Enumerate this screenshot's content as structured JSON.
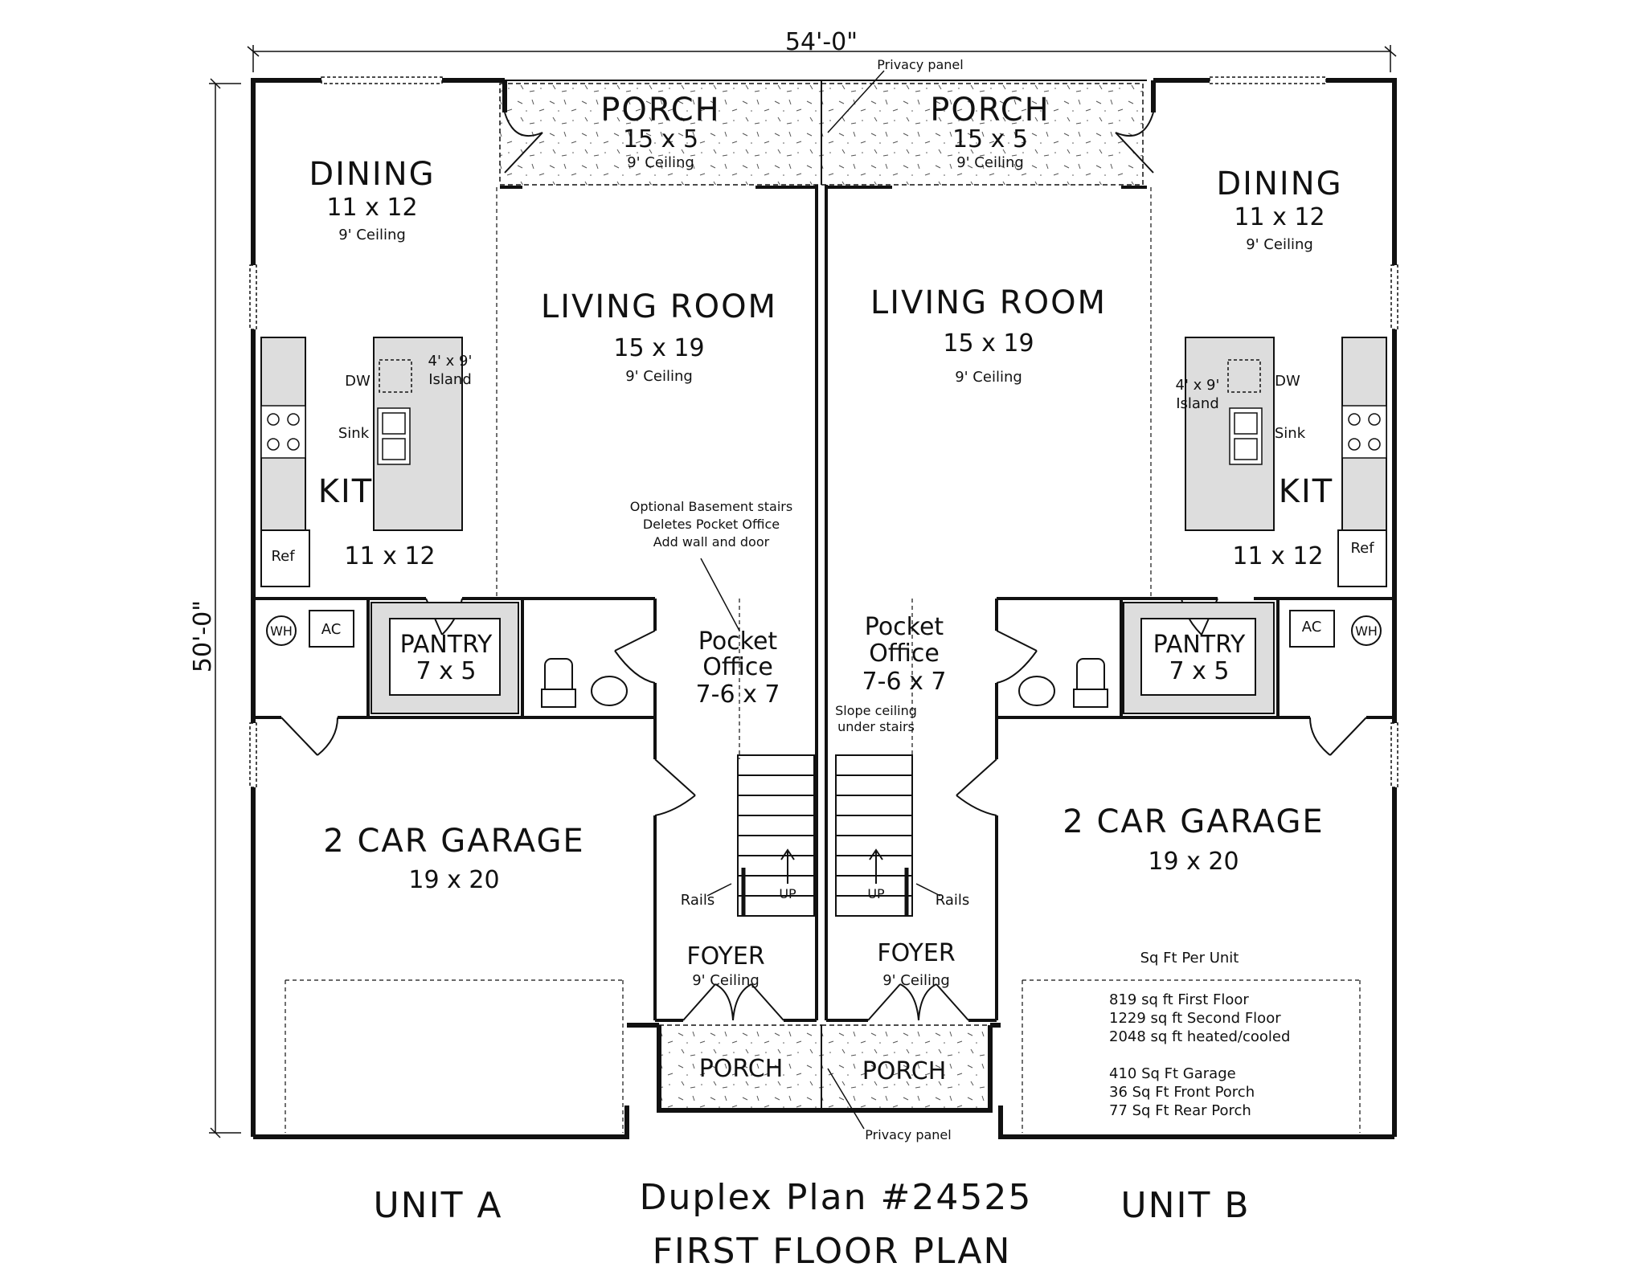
{
  "dimensions": {
    "width": "54'-0\"",
    "depth": "50'-0\""
  },
  "unit_a": {
    "label": "UNIT A",
    "porch": {
      "name": "PORCH",
      "size": "15 x 5",
      "ceiling": "9' Ceiling"
    },
    "dining": {
      "name": "DINING",
      "size": "11 x 12",
      "ceiling": "9' Ceiling"
    },
    "living": {
      "name": "LIVING ROOM",
      "size": "15 x 19",
      "ceiling": "9' Ceiling"
    },
    "kitchen": {
      "name": "KIT",
      "size": "11 x 12",
      "island": "4' x 9'",
      "island_word": "Island",
      "dw": "DW",
      "sink": "Sink",
      "ref": "Ref"
    },
    "pantry": {
      "name": "PANTRY",
      "size": "7 x 5"
    },
    "wh": "WH",
    "ac": "AC",
    "office": {
      "line1": "Pocket",
      "line2": "Office",
      "size": "7-6 x 7"
    },
    "garage": {
      "name": "2 CAR GARAGE",
      "size": "19 x 20"
    },
    "rails": "Rails",
    "up": "UP",
    "foyer": {
      "name": "FOYER",
      "ceiling": "9' Ceiling"
    },
    "front_porch": "PORCH"
  },
  "unit_b": {
    "label": "UNIT B",
    "porch": {
      "name": "PORCH",
      "size": "15 x 5",
      "ceiling": "9' Ceiling"
    },
    "dining": {
      "name": "DINING",
      "size": "11 x 12",
      "ceiling": "9' Ceiling"
    },
    "living": {
      "name": "LIVING ROOM",
      "size": "15 x 19",
      "ceiling": "9' Ceiling"
    },
    "kitchen": {
      "name": "KIT",
      "size": "11 x 12",
      "island": "4' x 9'",
      "island_word": "Island",
      "dw": "DW",
      "sink": "Sink",
      "ref": "Ref"
    },
    "pantry": {
      "name": "PANTRY",
      "size": "7 x 5"
    },
    "wh": "WH",
    "ac": "AC",
    "office": {
      "line1": "Pocket",
      "line2": "Office",
      "size": "7-6 x 7"
    },
    "slope_note": [
      "Slope ceiling",
      "under stairs"
    ],
    "garage": {
      "name": "2 CAR GARAGE",
      "size": "19 x 20"
    },
    "rails": "Rails",
    "up": "UP",
    "foyer": {
      "name": "FOYER",
      "ceiling": "9' Ceiling"
    },
    "front_porch": "PORCH"
  },
  "notes": {
    "privacy_panel_top": "Privacy panel",
    "privacy_panel_bottom": "Privacy panel",
    "basement": [
      "Optional Basement stairs",
      "Deletes Pocket Office",
      "Add wall and door"
    ]
  },
  "sqft": {
    "heading": "Sq Ft Per Unit",
    "lines": [
      "819 sq ft First Floor",
      "1229 sq ft Second Floor",
      "2048 sq ft heated/cooled",
      "",
      "410 Sq Ft Garage",
      "36 Sq Ft Front Porch",
      "77 Sq Ft Rear Porch"
    ]
  },
  "title": {
    "line1": "Duplex Plan #24525",
    "line2": "FIRST FLOOR PLAN"
  }
}
